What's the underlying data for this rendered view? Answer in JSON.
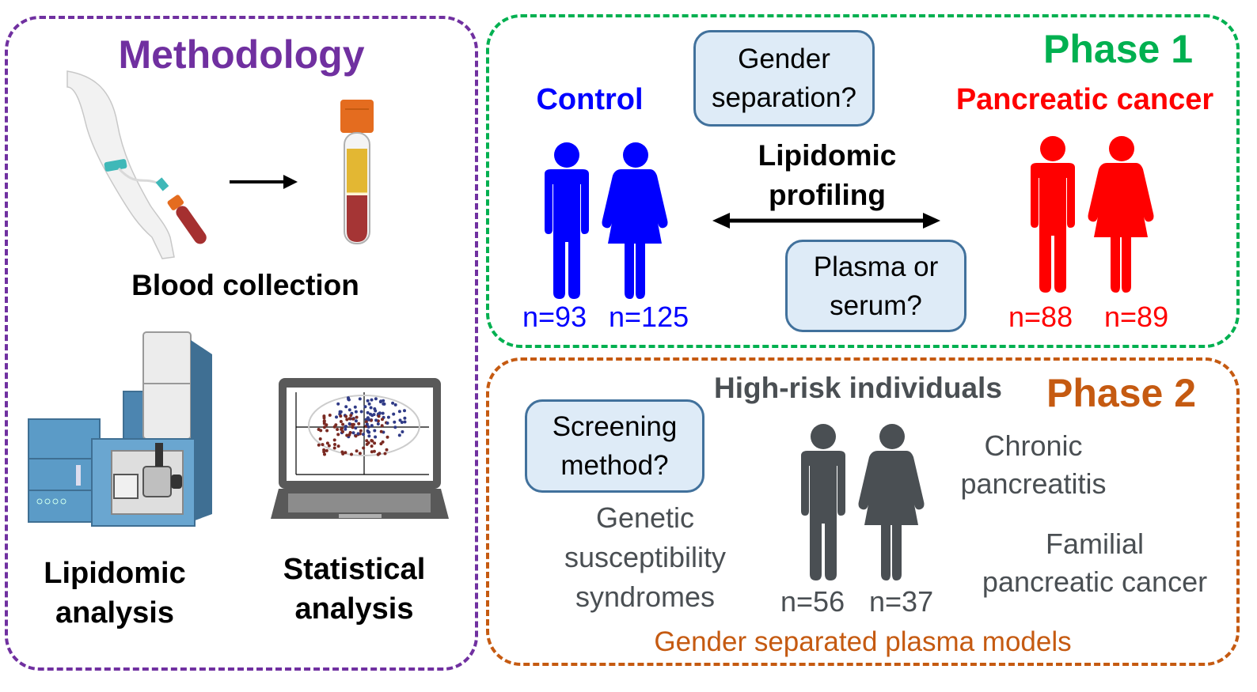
{
  "methodology": {
    "title": "Methodology",
    "blood_collection_label": "Blood collection",
    "lipidomic_analysis_label": [
      "Lipidomic",
      "analysis"
    ],
    "statistical_analysis_label": [
      "Statistical",
      "analysis"
    ]
  },
  "phase1": {
    "title": "Phase 1",
    "control": {
      "label": "Control",
      "male_n": "n=93",
      "female_n": "n=125"
    },
    "cancer": {
      "label": "Pancreatic cancer",
      "male_n": "n=88",
      "female_n": "n=89"
    },
    "center_label": [
      "Lipidomic",
      "profiling"
    ],
    "question_gender": [
      "Gender",
      "separation?"
    ],
    "question_sample": [
      "Plasma or",
      "serum?"
    ]
  },
  "phase2": {
    "title": "Phase 2",
    "group_label": "High-risk individuals",
    "question_screening": [
      "Screening",
      "method?"
    ],
    "male_n": "n=56",
    "female_n": "n=37",
    "conditions": {
      "genetic": [
        "Genetic",
        "susceptibility",
        "syndromes"
      ],
      "chronic": [
        "Chronic",
        "pancreatitis"
      ],
      "familial": [
        "Familial",
        "pancreatic cancer"
      ]
    },
    "footer": "Gender separated plasma models"
  },
  "colors": {
    "methodology": "#7030a0",
    "phase1": "#00b050",
    "phase2": "#c55a11",
    "control": "#0000ff",
    "cancer": "#ff0000",
    "high_risk": "#4a4f53",
    "question_fill": "#deebf7",
    "question_border": "#41719c"
  }
}
